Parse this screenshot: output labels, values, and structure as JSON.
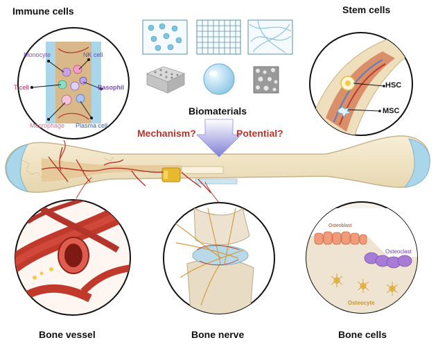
{
  "panels": {
    "immune": {
      "title": "Immune cells",
      "monocyte": "Monocyte",
      "nk": "NK cell",
      "tcell": "T cell",
      "basophil": "Basophil",
      "macrophage": "Macrophage",
      "plasma": "Plasma cell"
    },
    "stem": {
      "title": "Stem cells",
      "hsc": "HSC",
      "msc": "MSC"
    },
    "biomaterials": {
      "title": "Biomaterials"
    },
    "center": {
      "mechanism": "Mechanism?",
      "potential": "Potential?"
    },
    "vessel": {
      "title": "Bone vessel"
    },
    "nerve": {
      "title": "Bone nerve"
    },
    "cells": {
      "title": "Bone cells",
      "osteoblast": "Osteoblast",
      "osteoclast": "Osteoclast",
      "osteocyte": "Osteocyte"
    }
  },
  "colors": {
    "bone": "#f2e6c9",
    "marrow": "#e9cf9f",
    "cartilage": "#a9d6ea",
    "vessel": "#c0392b",
    "arrow": "#8f8fd8",
    "question": "#b7352d",
    "nerve": "#e3b04b"
  }
}
